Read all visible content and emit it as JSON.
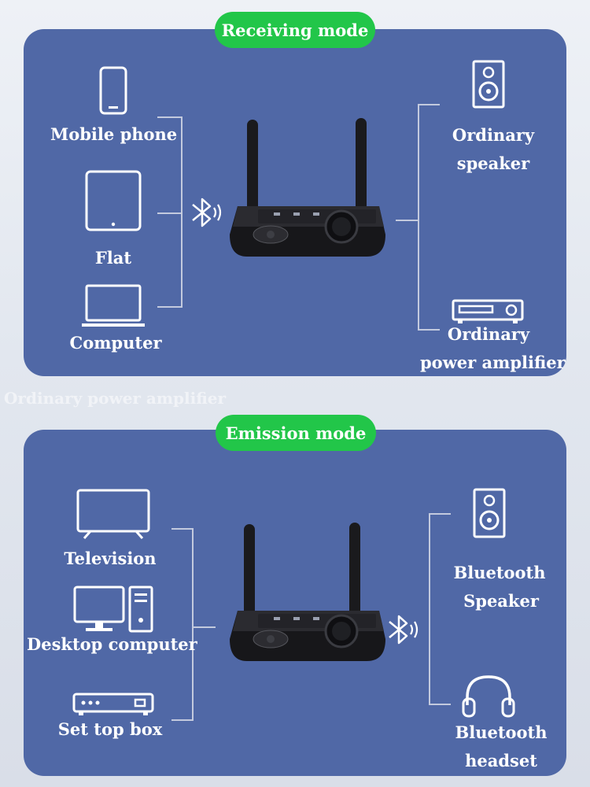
{
  "receiving": {
    "title": "Receiving mode",
    "sources": [
      "Mobile phone",
      "Flat",
      "Computer"
    ],
    "outputs": {
      "speaker": [
        "Ordinary",
        "speaker"
      ],
      "amplifier": [
        "Ordinary",
        "power amplifier"
      ]
    },
    "icons": [
      "mobile-phone-icon",
      "tablet-icon",
      "laptop-icon",
      "bluetooth-icon",
      "speaker-icon",
      "amplifier-icon"
    ]
  },
  "watermark": "Ordinary power amplifier",
  "emission": {
    "title": "Emission mode",
    "sources": [
      "Television",
      "Desktop computer",
      "Set top box"
    ],
    "outputs": {
      "speaker": [
        "Bluetooth",
        "Speaker"
      ],
      "headset": [
        "Bluetooth",
        "headset"
      ]
    },
    "icons": [
      "television-icon",
      "desktop-computer-icon",
      "set-top-box-icon",
      "bluetooth-icon",
      "speaker-icon",
      "headphones-icon"
    ]
  },
  "colors": {
    "panel": "#5068a6",
    "pill": "#22c649",
    "text": "#ffffff",
    "connector": "#c3cade"
  }
}
